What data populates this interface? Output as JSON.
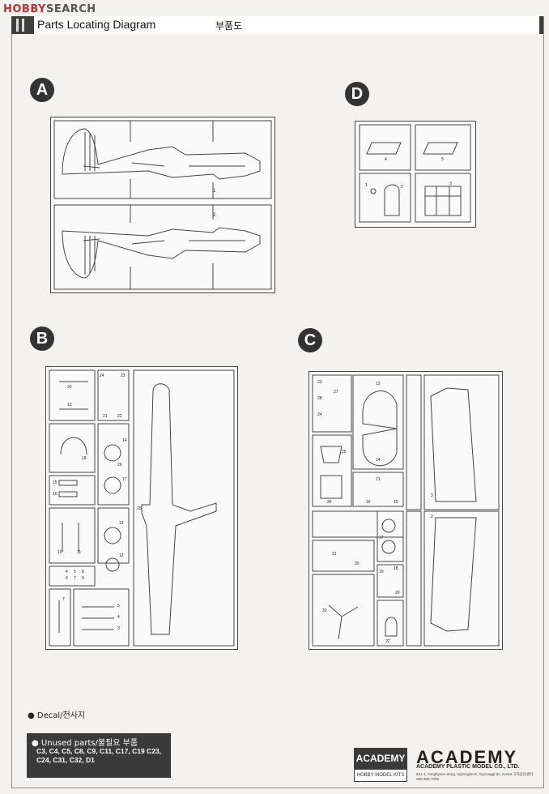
{
  "watermark": {
    "brand": "HOBBY",
    "rest": "SEARCH"
  },
  "header": {
    "title": "Parts Locating Diagram",
    "korean_title": "부품도"
  },
  "sections": {
    "a": "A",
    "b": "B",
    "c": "C",
    "d": "D"
  },
  "sprue_a_labels": [
    "1",
    "2"
  ],
  "sprue_d_labels": [
    "4",
    "5",
    "1",
    "2",
    "3"
  ],
  "sprue_b_labels": [
    "20",
    "19",
    "24",
    "23",
    "21",
    "22",
    "18",
    "14",
    "25",
    "26",
    "17",
    "15",
    "16",
    "10",
    "11",
    "13",
    "12",
    "4",
    "5",
    "6",
    "7",
    "8",
    "9",
    "7",
    "5",
    "4",
    "3"
  ],
  "sprue_c_labels": [
    "23",
    "27",
    "28",
    "24",
    "25",
    "13",
    "14",
    "26",
    "21",
    "16",
    "15",
    "17",
    "31",
    "30",
    "19",
    "18",
    "32",
    "20",
    "22",
    "2",
    "3"
  ],
  "legend": {
    "decal": "Decal/전사지",
    "unused_title": "Unused parts/불필요 부품",
    "unused_list": "C3, C4, C5, C8, C9, C11, C17, C19 C23, C24, C31, C32, D1"
  },
  "branding": {
    "logo_top": "ACADEMY",
    "logo_bottom": "HOBBY MODEL KITS",
    "name": "ACADEMY",
    "company": "ACADEMY PLASTIC MODEL CO., LTD.",
    "address": "521-1, Yonghyeon-dong, Uijeongbu-si, Gyeonggi-do, Korea 고객상담센터 : 080-369-7000"
  },
  "colors": {
    "header_bar": "#3f3f3f",
    "badge": "#333333",
    "line": "#444444"
  }
}
